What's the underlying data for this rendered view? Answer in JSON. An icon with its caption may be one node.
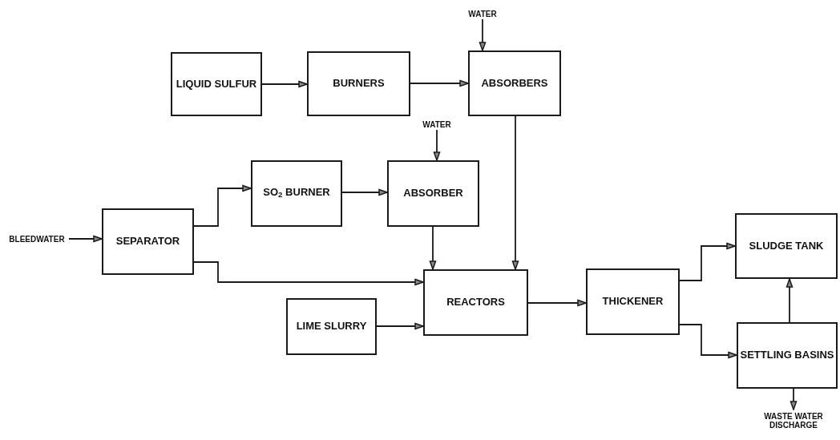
{
  "diagram": {
    "nodes": [
      {
        "text": [
          "WATER"
        ]
      },
      {
        "text": [
          "LIQUID SULFUR"
        ]
      },
      {
        "text": [
          "BURNERS"
        ]
      },
      {
        "text": [
          "ABSORBERS"
        ]
      },
      {
        "text": [
          "WATER"
        ]
      },
      {
        "text": [
          "SO$_{2}$ BURNER"
        ]
      },
      {
        "text": [
          "ABSORBER"
        ]
      },
      {
        "text": [
          "BLEEDWATER"
        ]
      },
      {
        "text": [
          "SEPARATOR"
        ]
      },
      {
        "text": [
          "REACTORS"
        ]
      },
      {
        "text": [
          "THICKENER"
        ]
      },
      {
        "text": [
          "SLUDGE TANK"
        ]
      },
      {
        "text": [
          "LIME SLURRY"
        ]
      },
      {
        "text": [
          "SETTLING BASINS"
        ]
      },
      {
        "text": [
          "WASTE WATER DISCHARGE"
        ]
      }
    ],
    "edges": [
      {
        "from": 0,
        "to": 3,
        "arrow": "to"
      },
      {
        "from": 1,
        "to": 2,
        "arrow": "to"
      },
      {
        "from": 2,
        "to": 3,
        "arrow": "to"
      },
      {
        "from": 4,
        "to": 6,
        "arrow": "to"
      },
      {
        "from": 5,
        "to": 6,
        "arrow": "to"
      },
      {
        "from": 6,
        "to": 9,
        "arrow": "to"
      },
      {
        "from": 3,
        "to": 9,
        "arrow": "to"
      },
      {
        "from": 7,
        "to": 8,
        "arrow": "to"
      },
      {
        "from": 8,
        "to": 5,
        "arrow": "to"
      },
      {
        "from": 8,
        "to": 9,
        "arrow": "to"
      },
      {
        "from": 12,
        "to": 9,
        "arrow": "to"
      },
      {
        "from": 9,
        "to": 10,
        "arrow": "to"
      },
      {
        "from": 10,
        "to": 11,
        "arrow": "to"
      },
      {
        "from": 10,
        "to": 13,
        "arrow": "to"
      },
      {
        "from": 13,
        "to": 11,
        "arrow": "to"
      },
      {
        "from": 13,
        "to": 14,
        "arrow": "to"
      }
    ]
  }
}
